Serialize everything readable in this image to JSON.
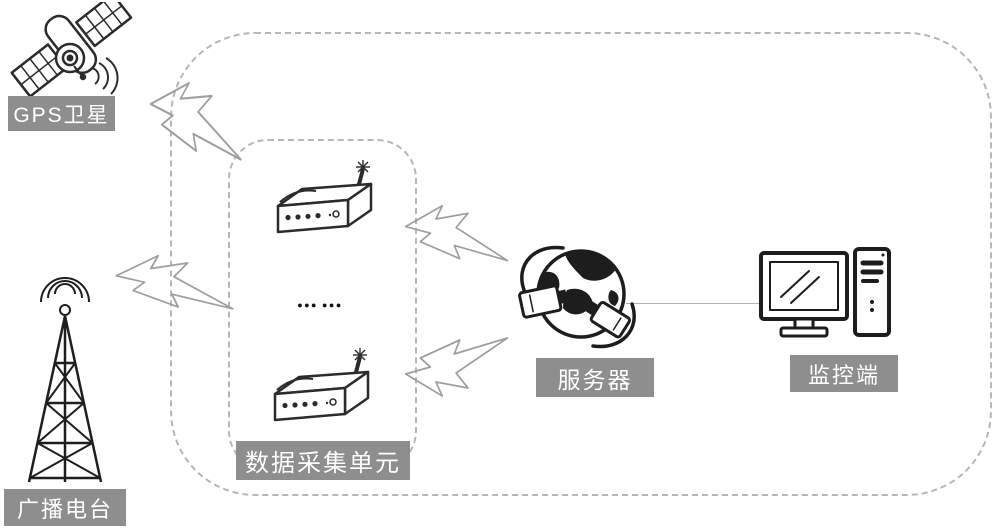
{
  "diagram": {
    "labels": {
      "gps_satellite": "GPS卫星",
      "radio_station": "广播电台",
      "data_collection_unit": "数据采集单元",
      "server": "服务器",
      "monitor_terminal": "监控端"
    },
    "ellipsis_dots": "●●● ●●●",
    "icons": {
      "satellite": "gps-satellite-icon",
      "tower": "radio-tower-icon",
      "router_top": "wireless-router-icon",
      "router_bottom": "wireless-router-icon",
      "server": "globe-server-icon",
      "computer": "desktop-computer-icon"
    },
    "colors": {
      "background": "#ffffff",
      "label_background": "#8e8e8e",
      "label_text": "#ffffff",
      "icon_stroke": "#2b2b2b",
      "bolt_stroke": "#9e9e9e",
      "dashed_border": "#b6b6b6",
      "cable_line": "#b2b2b2"
    }
  }
}
